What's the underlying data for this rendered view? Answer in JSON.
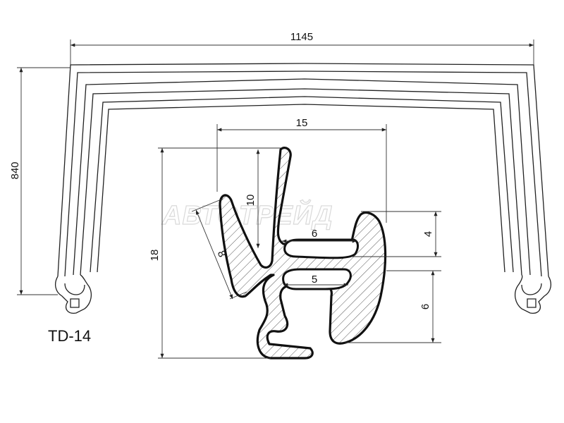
{
  "part_label": "TD-14",
  "watermark": "АВТОТРЕЙД",
  "dimensions": {
    "width": "1145",
    "height": "840",
    "profile_width": "15",
    "profile_height": "18",
    "lip_height": "10",
    "lip_diagonal": "8",
    "upper_channel": "6",
    "lower_channel": "5",
    "right_upper": "4",
    "right_lower": "6"
  }
}
